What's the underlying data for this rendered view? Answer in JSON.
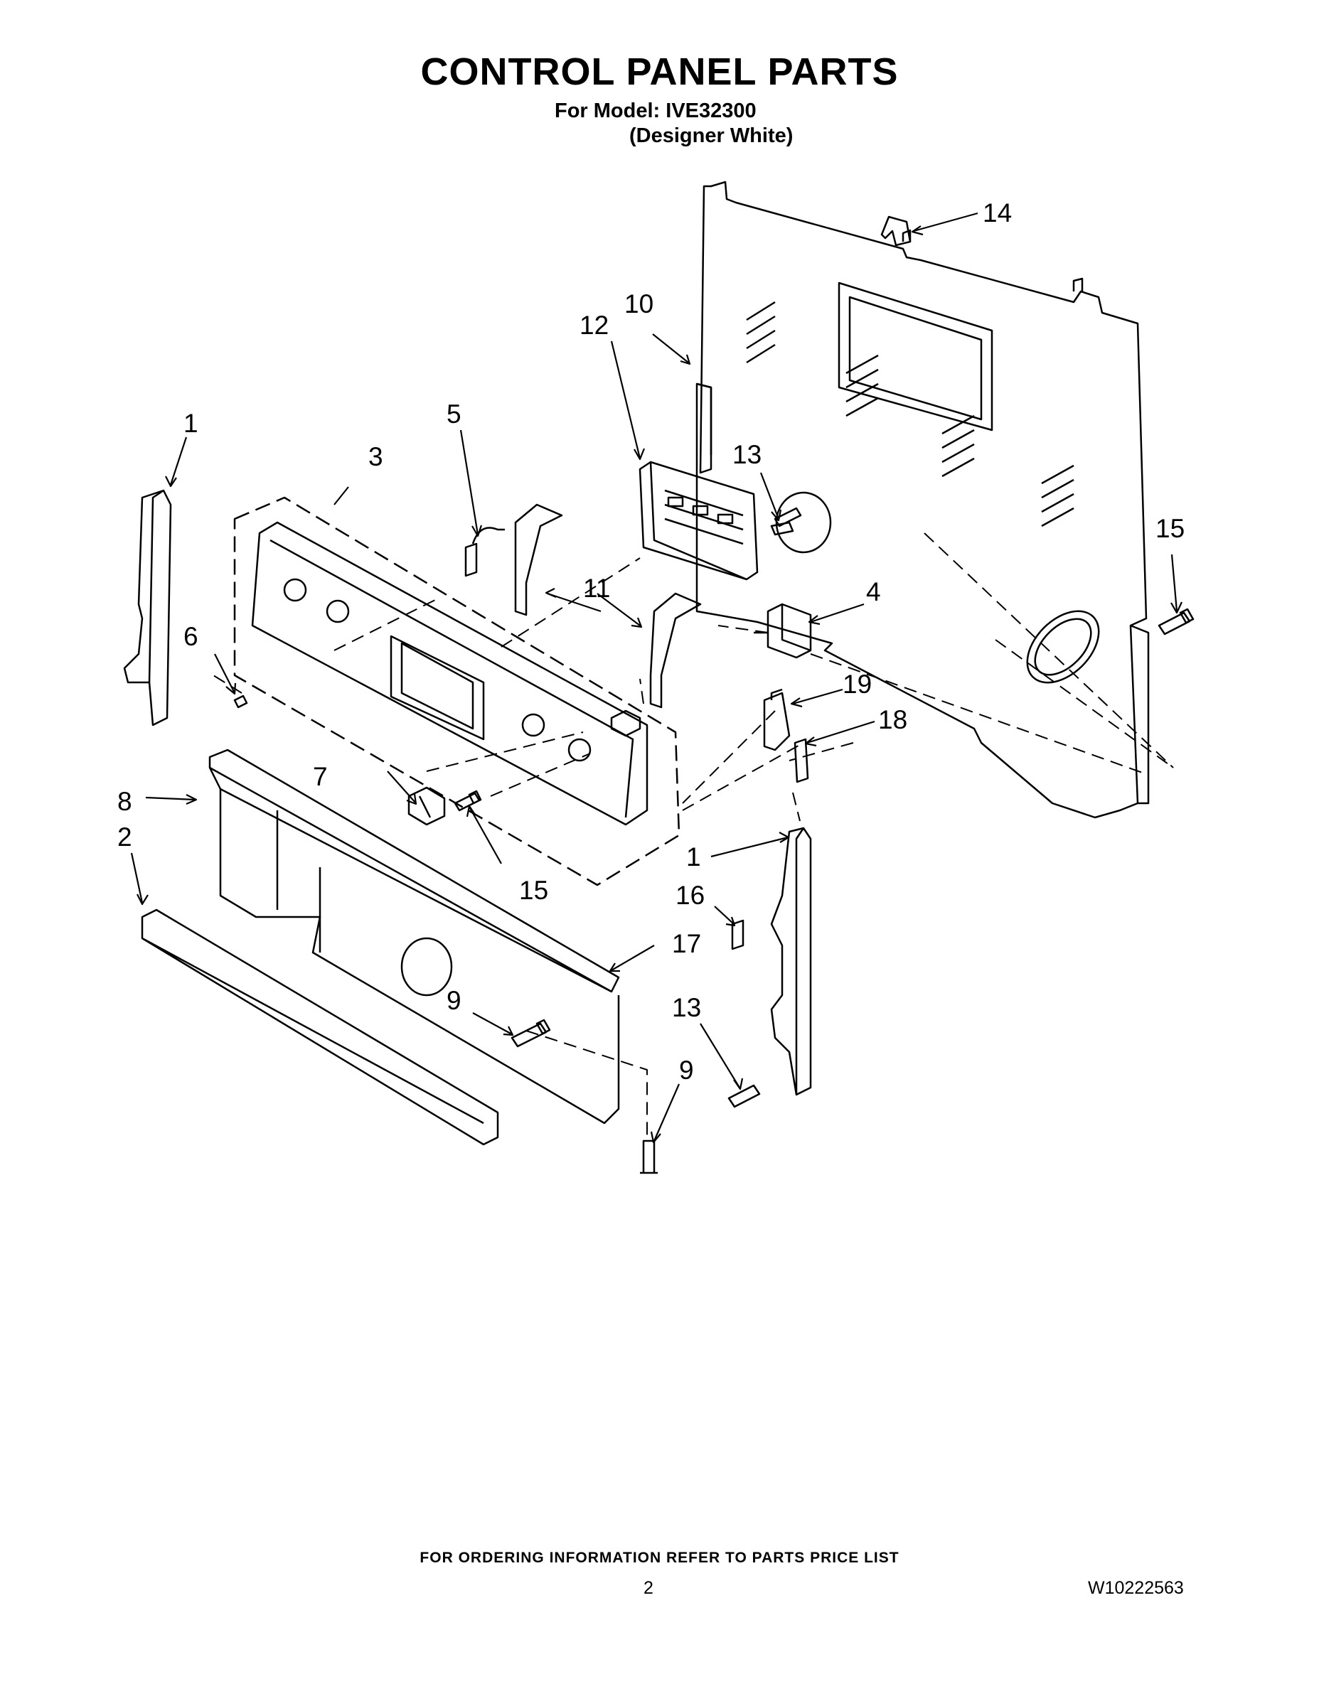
{
  "header": {
    "title": "CONTROL PANEL PARTS",
    "model_line": "For Model: IVE32300",
    "variant_line": "(Designer White)"
  },
  "footer": {
    "ordering_note": "FOR ORDERING INFORMATION REFER TO PARTS PRICE LIST",
    "page_number": "2",
    "document_number": "W10222563"
  },
  "callouts": {
    "c1a": "1",
    "c1b": "1",
    "c2": "2",
    "c3": "3",
    "c4": "4",
    "c5": "5",
    "c6": "6",
    "c7": "7",
    "c8": "8",
    "c9a": "9",
    "c9b": "9",
    "c10": "10",
    "c11": "11",
    "c12": "12",
    "c13a": "13",
    "c13b": "13",
    "c14": "14",
    "c15a": "15",
    "c15b": "15",
    "c16": "16",
    "c17": "17",
    "c18": "18",
    "c19": "19"
  }
}
